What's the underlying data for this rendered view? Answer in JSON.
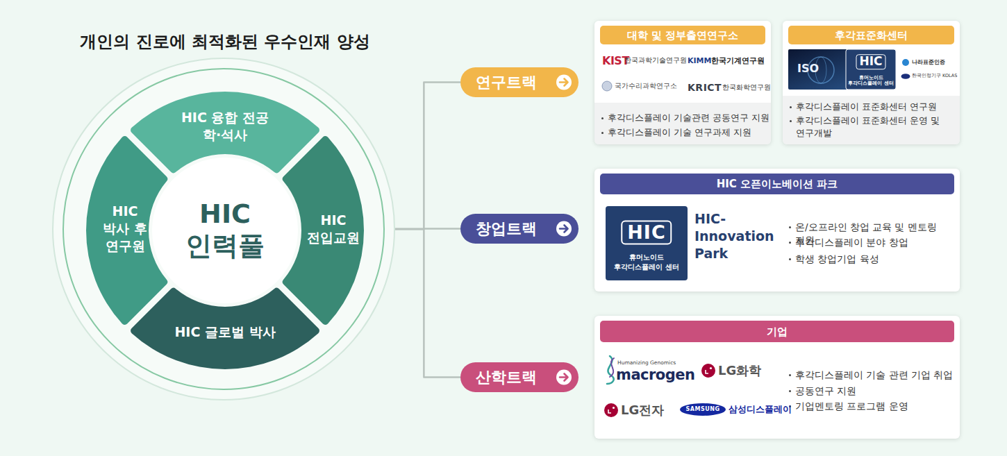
{
  "diagram": {
    "nodes": [
      {
        "text": [
          "개인의 진로에 최적화된 우수인재 양성"
        ]
      },
      {
        "text": [
          "HIC 융합 전공 학·석사"
        ],
        "in": 0
      },
      {
        "text": [
          "HIC 박사 후 연구원"
        ],
        "in": 0
      },
      {
        "text": [
          "HIC 인력풀"
        ],
        "in": 0
      },
      {
        "text": [
          "HIC 전입교원"
        ],
        "in": 0
      },
      {
        "text": [
          "HIC 글로벌 박사"
        ],
        "in": 0
      },
      {
        "text": [
          "연구트랙"
        ]
      },
      {
        "text": [
          "후각디스플레이 기술관련 공동연구 지원",
          "후각디스플레이 기술 연구과제 지원"
        ]
      },
      {
        "text": [
          "대학 및 정부출연연구소"
        ],
        "in": 7
      },
      {
        "text": [
          "후각디스플레이 표준화센터 연구원",
          "후각디스플레이 표준화센터 운영 및 연구개발"
        ]
      },
      {
        "text": [
          "후각표준화센터"
        ],
        "in": 9
      },
      {
        "text": [
          "창업트랙"
        ]
      },
      {
        "text": [
          "HIC- Innovation Park",
          "온/오프라인 창업 교육 및 멘토링 지원",
          "후각디스플레이 분야 창업",
          "학생 창업기업 육성"
        ]
      },
      {
        "text": [
          "HIC 오픈이노베이션 파크"
        ],
        "in": 12
      },
      {
        "text": [
          "HIC",
          "휴머노이드 후각디스플레이 센터"
        ],
        "in": 12
      },
      {
        "text": [
          "산학트랙"
        ]
      },
      {
        "text": [
          "후각디스플레이 기술 관련 기업 취업",
          "공동연구 지원",
          "기업멘토링 프로그램 운영"
        ]
      },
      {
        "text": [
          "기업"
        ],
        "in": 16
      }
    ],
    "edges": [
      {
        "from": 0,
        "to": 6,
        "arrow": "none"
      },
      {
        "from": 0,
        "to": 11,
        "arrow": "none"
      },
      {
        "from": 0,
        "to": 15,
        "arrow": "none"
      }
    ],
    "labels": [
      "KIST",
      "한국과학기술연구원",
      "KIMM",
      "한국기계연구원",
      "국가수리과학연구소",
      "KRICT",
      "한국화학연구원",
      "ISO",
      "HIC",
      "휴머노이드 후각디스플레이 센터",
      "나라표준인증",
      "한국인정기구 KOLAS",
      "Humanizing Genomics",
      "macrogen",
      "LG화학",
      "LG전자",
      "SAMSUNG",
      "삼성디스플레이"
    ]
  }
}
